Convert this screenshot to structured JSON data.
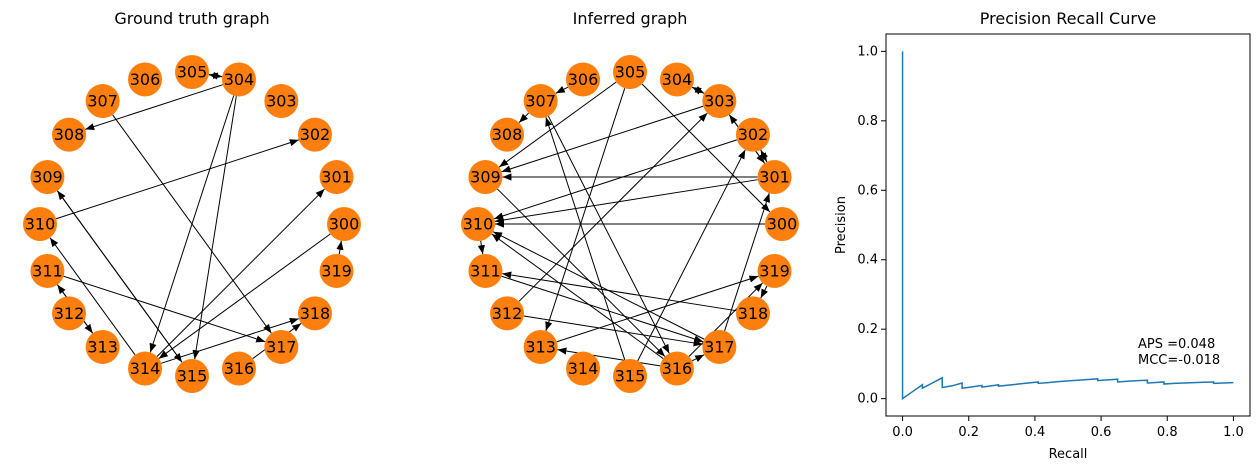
{
  "chart_data": [
    {
      "type": "graph",
      "title": "Ground truth graph",
      "nodes": [
        "300",
        "301",
        "302",
        "303",
        "304",
        "305",
        "306",
        "307",
        "308",
        "309",
        "310",
        "311",
        "312",
        "313",
        "314",
        "315",
        "316",
        "317",
        "318",
        "319"
      ],
      "edges": [
        [
          "304",
          "305"
        ],
        [
          "305",
          "304"
        ],
        [
          "304",
          "308"
        ],
        [
          "304",
          "314"
        ],
        [
          "304",
          "315"
        ],
        [
          "307",
          "317"
        ],
        [
          "310",
          "302"
        ],
        [
          "300",
          "314"
        ],
        [
          "319",
          "300"
        ],
        [
          "314",
          "301"
        ],
        [
          "314",
          "318"
        ],
        [
          "316",
          "318"
        ],
        [
          "311",
          "317"
        ],
        [
          "311",
          "313"
        ],
        [
          "314",
          "310"
        ],
        [
          "309",
          "315"
        ],
        [
          "315",
          "309"
        ],
        [
          "313",
          "311"
        ]
      ]
    },
    {
      "type": "graph",
      "title": "Inferred graph",
      "nodes": [
        "300",
        "301",
        "302",
        "303",
        "304",
        "305",
        "306",
        "307",
        "308",
        "309",
        "310",
        "311",
        "312",
        "313",
        "314",
        "315",
        "316",
        "317",
        "318",
        "319"
      ],
      "edges": [
        [
          "306",
          "307"
        ],
        [
          "307",
          "308"
        ],
        [
          "305",
          "300"
        ],
        [
          "305",
          "309"
        ],
        [
          "305",
          "313"
        ],
        [
          "304",
          "303"
        ],
        [
          "303",
          "304"
        ],
        [
          "303",
          "309"
        ],
        [
          "303",
          "301"
        ],
        [
          "301",
          "303"
        ],
        [
          "302",
          "310"
        ],
        [
          "302",
          "301"
        ],
        [
          "301",
          "302"
        ],
        [
          "301",
          "309"
        ],
        [
          "301",
          "310"
        ],
        [
          "300",
          "310"
        ],
        [
          "319",
          "318"
        ],
        [
          "318",
          "311"
        ],
        [
          "317",
          "310"
        ],
        [
          "316",
          "310"
        ],
        [
          "312",
          "303"
        ],
        [
          "312",
          "317"
        ],
        [
          "310",
          "311"
        ],
        [
          "311",
          "317"
        ],
        [
          "316",
          "319"
        ],
        [
          "316",
          "317"
        ],
        [
          "315",
          "307"
        ],
        [
          "315",
          "302"
        ],
        [
          "316",
          "313"
        ],
        [
          "307",
          "316"
        ],
        [
          "317",
          "301"
        ],
        [
          "309",
          "316"
        ],
        [
          "313",
          "319"
        ]
      ]
    },
    {
      "type": "line",
      "title": "Precision Recall Curve",
      "xlabel": "Recall",
      "ylabel": "Precision",
      "xlim": [
        -0.05,
        1.05
      ],
      "ylim": [
        -0.05,
        1.05
      ],
      "xticks": [
        0.0,
        0.2,
        0.4,
        0.6,
        0.8,
        1.0
      ],
      "yticks": [
        0.0,
        0.2,
        0.4,
        0.6,
        0.8,
        1.0
      ],
      "xtick_labels": [
        "0.0",
        "0.2",
        "0.4",
        "0.6",
        "0.8",
        "1.0"
      ],
      "ytick_labels": [
        "0.0",
        "0.2",
        "0.4",
        "0.6",
        "0.8",
        "1.0"
      ],
      "series": [
        {
          "x": [
            0.0,
            0.0,
            0.0,
            0.03,
            0.06,
            0.06,
            0.09,
            0.12,
            0.12,
            0.15,
            0.18,
            0.18,
            0.21,
            0.24,
            0.24,
            0.27,
            0.29,
            0.29,
            0.32,
            0.35,
            0.38,
            0.41,
            0.41,
            0.44,
            0.47,
            0.5,
            0.53,
            0.56,
            0.59,
            0.59,
            0.62,
            0.65,
            0.65,
            0.68,
            0.71,
            0.74,
            0.74,
            0.76,
            0.79,
            0.79,
            0.82,
            0.85,
            0.88,
            0.91,
            0.94,
            0.94,
            0.97,
            1.0
          ],
          "y": [
            1.0,
            0.0,
            0.0,
            0.02,
            0.04,
            0.03,
            0.045,
            0.06,
            0.032,
            0.037,
            0.045,
            0.03,
            0.034,
            0.038,
            0.033,
            0.037,
            0.04,
            0.036,
            0.039,
            0.042,
            0.045,
            0.048,
            0.044,
            0.046,
            0.049,
            0.051,
            0.053,
            0.055,
            0.057,
            0.052,
            0.054,
            0.056,
            0.048,
            0.05,
            0.052,
            0.053,
            0.045,
            0.046,
            0.048,
            0.042,
            0.044,
            0.045,
            0.046,
            0.047,
            0.048,
            0.044,
            0.045,
            0.046
          ],
          "color": "#1f77b4"
        }
      ],
      "annotations": [
        "APS =0.048",
        "MCC=-0.018"
      ],
      "grid": false
    }
  ],
  "colors": {
    "node": "#ff7f0e",
    "edge": "#000000",
    "line": "#1f77b4"
  }
}
